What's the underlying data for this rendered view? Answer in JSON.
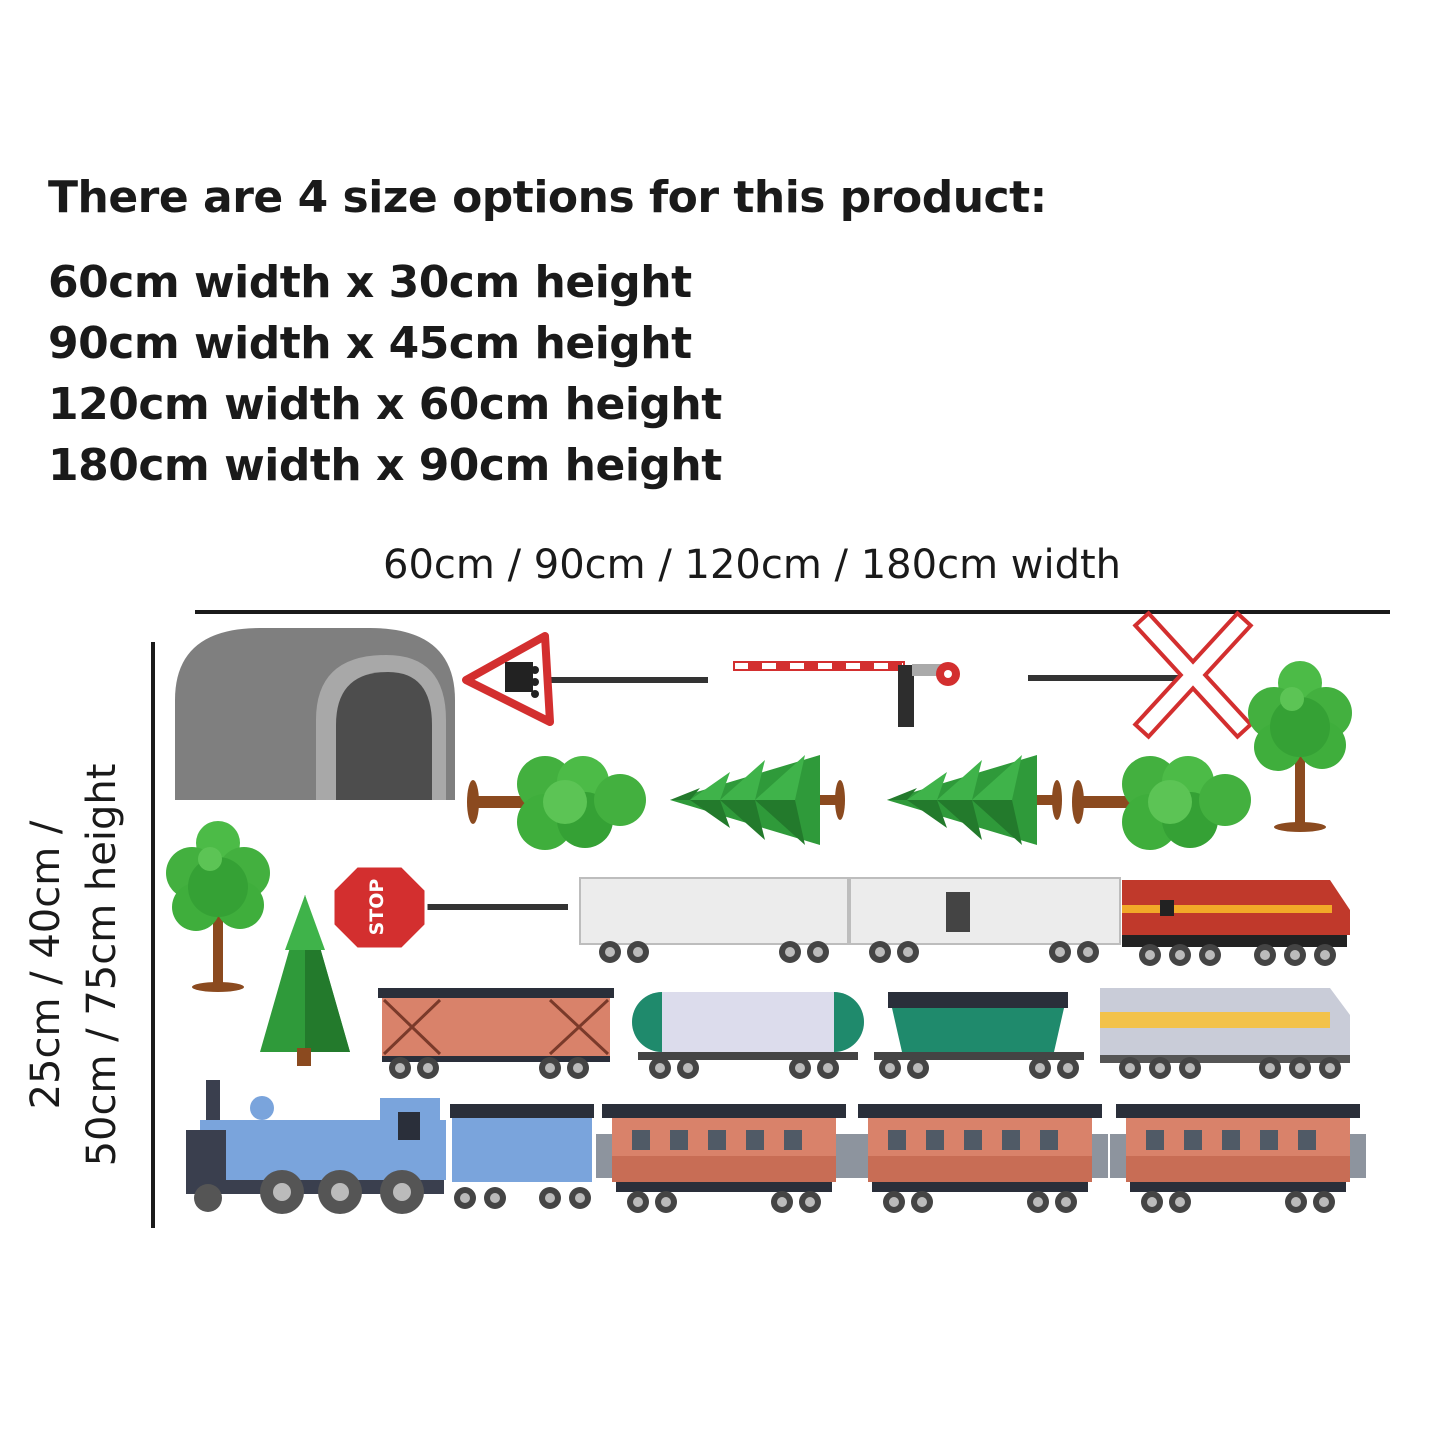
{
  "heading": "There are 4 size options for this product:",
  "sizes": [
    "60cm width x 30cm height",
    "90cm width x 45cm height",
    "120cm width x 60cm height",
    "180cm width x 90cm height"
  ],
  "dimension_labels": {
    "width": "60cm / 90cm / 120cm / 180cm width",
    "height_line1": "25cm / 40cm /",
    "height_line2": "50cm / 75cm height"
  },
  "signs": {
    "stop": "STOP"
  },
  "colors": {
    "text": "#1a1a1a",
    "tree_green": "#3fae3c",
    "tree_dark": "#2e8b2e",
    "trunk": "#8b4a1f",
    "pine": "#2f9a3a",
    "wagon_orange": "#d9826a",
    "loco_red": "#c0392b",
    "steam_blue": "#7aa4dc",
    "sign_red": "#d32f2f"
  },
  "icons": [
    "tunnel-icon",
    "railway-warning-sign-icon",
    "level-crossing-barrier-icon",
    "crossbuck-sign-icon",
    "deciduous-tree-icon",
    "pine-tree-icon",
    "stop-sign-icon",
    "freight-train-icon",
    "steam-locomotive-icon",
    "passenger-carriage-icon"
  ]
}
